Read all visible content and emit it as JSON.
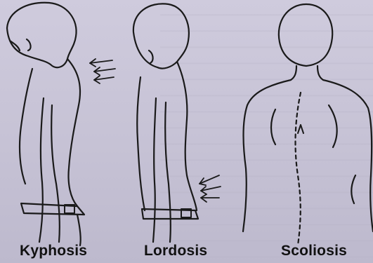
{
  "labels": {
    "kyphosis": "Kyphosis",
    "lordosis": "Lordosis",
    "scoliosis": "Scoliosis"
  },
  "colors": {
    "background": "#c7c3d6",
    "outline": "#1a1a1a",
    "label": "#111111"
  }
}
